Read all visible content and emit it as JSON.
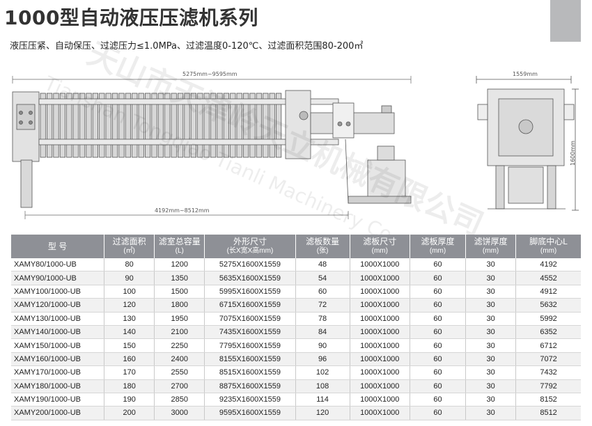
{
  "header": {
    "title": "1000型自动液压压滤机系列",
    "subtitle": "液压压紧、自动保压、过滤压力≤1.0MPa、过滤温度0-120℃、过滤面积范围80-200㎡"
  },
  "drawing": {
    "overall_length": "5275mm~9595mm",
    "leg_distance": "4192mm~8512mm",
    "width": "1559mm",
    "height": "1600mm"
  },
  "table": {
    "headers": [
      {
        "name": "型 号",
        "unit": ""
      },
      {
        "name": "过滤面积",
        "unit": "(㎡)"
      },
      {
        "name": "滤室总容量",
        "unit": "(L)"
      },
      {
        "name": "外形尺寸",
        "unit": "(长X宽X高mm)"
      },
      {
        "name": "滤板数量",
        "unit": "(张)"
      },
      {
        "name": "滤板尺寸",
        "unit": "(mm)"
      },
      {
        "name": "滤板厚度",
        "unit": "(mm)"
      },
      {
        "name": "滤饼厚度",
        "unit": "(mm)"
      },
      {
        "name": "脚底中心L",
        "unit": "(mm)"
      }
    ],
    "rows": [
      [
        "XAMY80/1000-UB",
        "80",
        "1200",
        "5275X1600X1559",
        "48",
        "1000X1000",
        "60",
        "30",
        "4192"
      ],
      [
        "XAMY90/1000-UB",
        "90",
        "1350",
        "5635X1600X1559",
        "54",
        "1000X1000",
        "60",
        "30",
        "4552"
      ],
      [
        "XAMY100/1000-UB",
        "100",
        "1500",
        "5995X1600X1559",
        "60",
        "1000X1000",
        "60",
        "30",
        "4912"
      ],
      [
        "XAMY120/1000-UB",
        "120",
        "1800",
        "6715X1600X1559",
        "72",
        "1000X1000",
        "60",
        "30",
        "5632"
      ],
      [
        "XAMY130/1000-UB",
        "130",
        "1950",
        "7075X1600X1559",
        "78",
        "1000X1000",
        "60",
        "30",
        "5992"
      ],
      [
        "XAMY140/1000-UB",
        "140",
        "2100",
        "7435X1600X1559",
        "84",
        "1000X1000",
        "60",
        "30",
        "6352"
      ],
      [
        "XAMY150/1000-UB",
        "150",
        "2250",
        "7795X1600X1559",
        "90",
        "1000X1000",
        "60",
        "30",
        "6712"
      ],
      [
        "XAMY160/1000-UB",
        "160",
        "2400",
        "8155X1600X1559",
        "96",
        "1000X1000",
        "60",
        "30",
        "7072"
      ],
      [
        "XAMY170/1000-UB",
        "170",
        "2550",
        "8515X1600X1559",
        "102",
        "1000X1000",
        "60",
        "30",
        "7432"
      ],
      [
        "XAMY180/1000-UB",
        "180",
        "2700",
        "8875X1600X1559",
        "108",
        "1000X1000",
        "60",
        "30",
        "7792"
      ],
      [
        "XAMY190/1000-UB",
        "190",
        "2850",
        "9235X1600X1559",
        "114",
        "1000X1000",
        "60",
        "30",
        "8152"
      ],
      [
        "XAMY200/1000-UB",
        "200",
        "3000",
        "9595X1600X1559",
        "120",
        "1000X1000",
        "60",
        "30",
        "8512"
      ]
    ]
  },
  "watermark": {
    "text_cn": "天山市天津岭天立机械有限公司",
    "text_en": "Tianshan Tongqiao Tianli Machinery Co.,Ltd"
  }
}
